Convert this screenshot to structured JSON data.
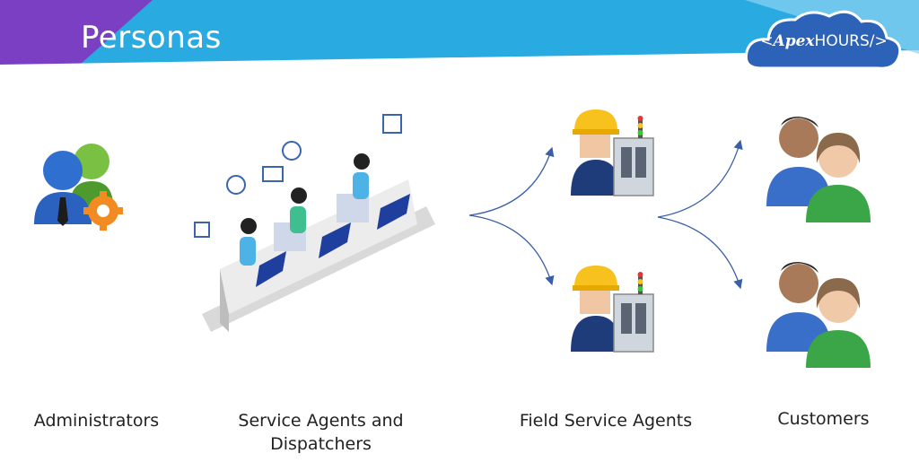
{
  "slide": {
    "title": "Personas",
    "logo": {
      "text": "<ApexHOURS/>",
      "left": "<",
      "brand_script": "Apex",
      "brand_caps": "HOURS",
      "right": "/>"
    }
  },
  "personas": [
    {
      "label": "Administrators",
      "icon": "admin-gear-icon"
    },
    {
      "label_line1": "Service Agents and",
      "label_line2": "Dispatchers",
      "icon": "call-center-icon"
    },
    {
      "label": "Field Service Agents",
      "icon": "field-technician-icon"
    },
    {
      "label": "Customers",
      "icon": "customers-icon"
    }
  ],
  "colors": {
    "banner_blue": "#29abe2",
    "banner_purple": "#7b3fc4",
    "arrow": "#3a5fa8"
  }
}
